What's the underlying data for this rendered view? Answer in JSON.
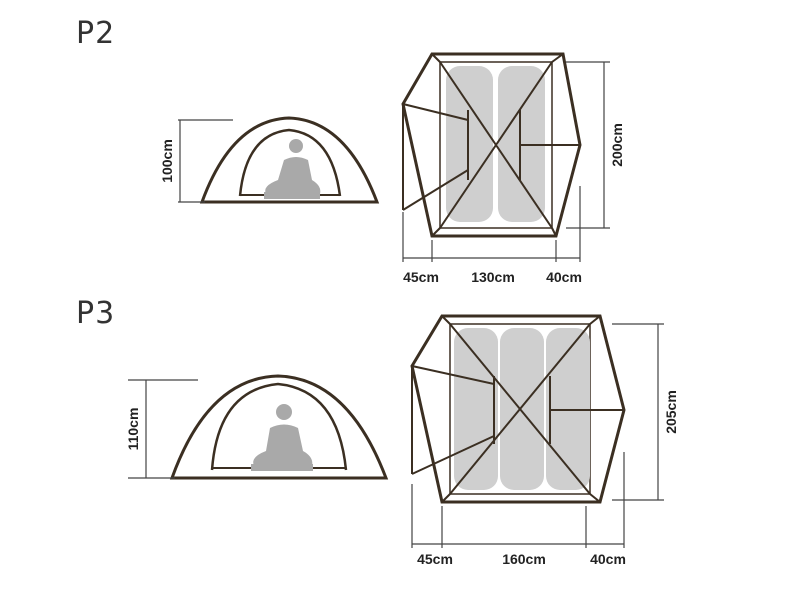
{
  "tents": [
    {
      "name": "P2",
      "height": "100cm",
      "length": "200cm",
      "vestibule_left": "45cm",
      "inner_width": "130cm",
      "vestibule_right": "40cm",
      "sleeping_pads": 2
    },
    {
      "name": "P3",
      "height": "110cm",
      "length": "205cm",
      "vestibule_left": "45cm",
      "inner_width": "160cm",
      "vestibule_right": "40cm",
      "sleeping_pads": 3
    }
  ],
  "colors": {
    "outline": "#3b2f22",
    "pad": "#cfcfcf",
    "person": "#a9a9a9",
    "inner_fill": "#ffffff",
    "dimension_line": "#444444"
  }
}
